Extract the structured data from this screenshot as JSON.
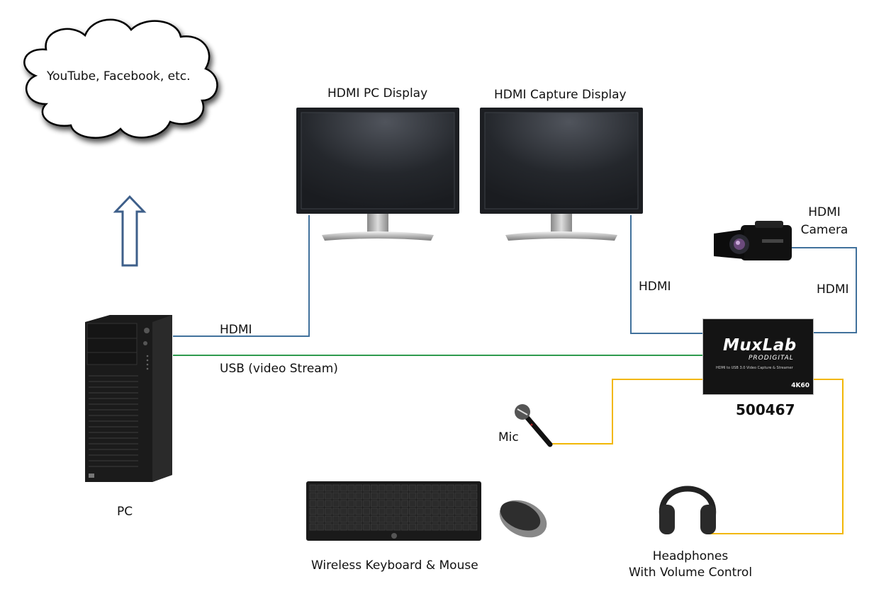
{
  "cloud": {
    "label": "YouTube, Facebook, etc."
  },
  "devices": {
    "pc_display": {
      "label": "HDMI PC Display"
    },
    "capture_display": {
      "label": "HDMI Capture Display"
    },
    "camera": {
      "label_line1": "HDMI",
      "label_line2": "Camera"
    },
    "pc": {
      "label": "PC"
    },
    "capture_device": {
      "model": "500467",
      "brand": "MuxLab",
      "sub_brand": "PRODIGITAL",
      "tagline": "HDMI to USB 3.0 Video Capture & Streamer",
      "badge": "4K60"
    },
    "mic": {
      "label": "Mic"
    },
    "keyboard_mouse": {
      "label": "Wireless Keyboard & Mouse"
    },
    "headphones": {
      "label_line1": "Headphones",
      "label_line2": "With Volume Control"
    }
  },
  "connections": {
    "pc_to_display": {
      "label": "HDMI"
    },
    "pc_usb": {
      "label": "USB  (video Stream)"
    },
    "capture_to_display": {
      "label": "HDMI"
    },
    "camera_to_capture": {
      "label": "HDMI"
    }
  },
  "colors": {
    "hdmi_line": "#41719c",
    "usb_line": "#2e9a4e",
    "audio_line": "#f2b705",
    "arrow": "#3e5f8a"
  }
}
